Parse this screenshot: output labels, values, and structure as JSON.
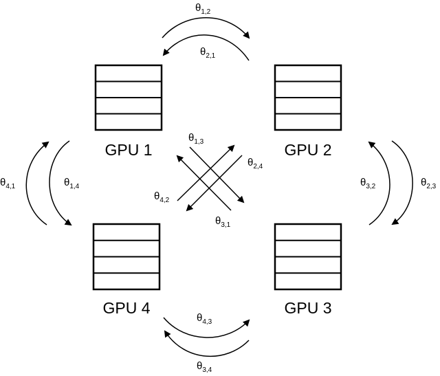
{
  "gpus": [
    {
      "id": "gpu1",
      "label": "GPU 1"
    },
    {
      "id": "gpu2",
      "label": "GPU 2"
    },
    {
      "id": "gpu3",
      "label": "GPU 3"
    },
    {
      "id": "gpu4",
      "label": "GPU 4"
    }
  ],
  "thetas": {
    "t12": {
      "sym": "θ",
      "sub": "1,2"
    },
    "t21": {
      "sym": "θ",
      "sub": "2,1"
    },
    "t23": {
      "sym": "θ",
      "sub": "2,3"
    },
    "t32": {
      "sym": "θ",
      "sub": "3,2"
    },
    "t34": {
      "sym": "θ",
      "sub": "3,4"
    },
    "t43": {
      "sym": "θ",
      "sub": "4,3"
    },
    "t41": {
      "sym": "θ",
      "sub": "4,1"
    },
    "t14": {
      "sym": "θ",
      "sub": "1,4"
    },
    "t13": {
      "sym": "θ",
      "sub": "1,3"
    },
    "t31": {
      "sym": "θ",
      "sub": "3,1"
    },
    "t24": {
      "sym": "θ",
      "sub": "2,4"
    },
    "t42": {
      "sym": "θ",
      "sub": "4,2"
    }
  }
}
